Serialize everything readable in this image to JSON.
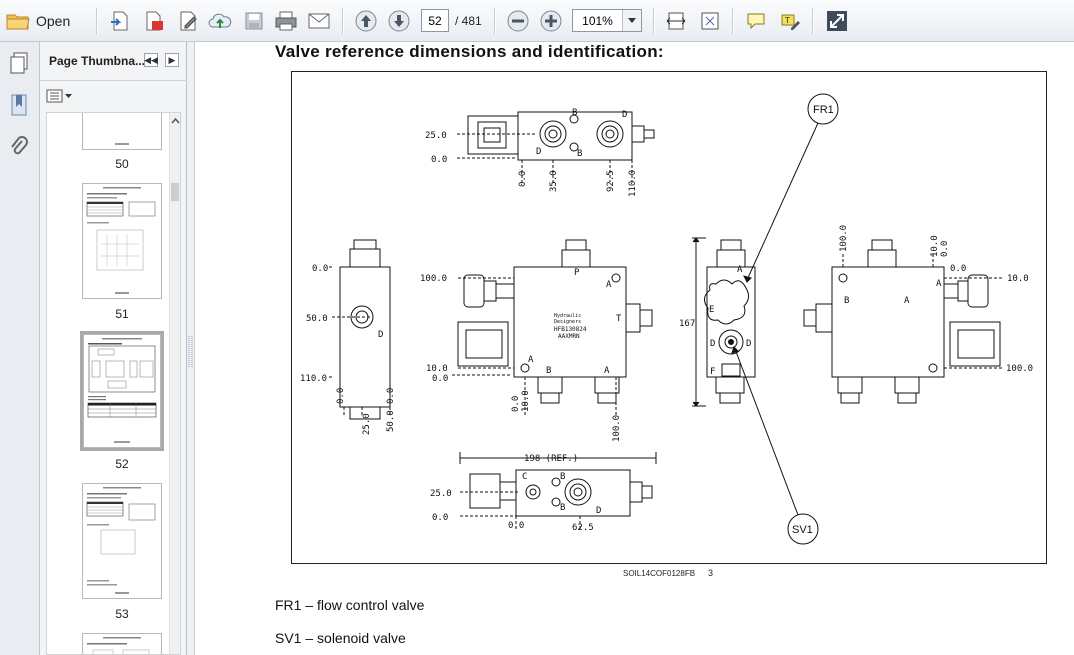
{
  "toolbar": {
    "open_label": "Open",
    "page_current": "52",
    "page_total": "/ 481",
    "zoom": "101%"
  },
  "panel": {
    "title": "Page Thumbna..."
  },
  "thumbnails": [
    {
      "label": "50"
    },
    {
      "label": "51"
    },
    {
      "label": "52"
    },
    {
      "label": "53"
    }
  ],
  "document": {
    "heading": "Valve reference dimensions and identification:",
    "figure_id": "SOIL14COF0128FB",
    "figure_number": "3",
    "callout_fr1": "FR1",
    "callout_sv1": "SV1",
    "legend_fr1": "FR1 – flow control valve",
    "legend_sv1": "SV1 – solenoid valve",
    "dims": {
      "top_25": "25.0",
      "top_0": "0.0",
      "top_x0": "0.0",
      "top_35": "35.0",
      "top_925": "92.5",
      "top_110": "110.0",
      "left_0": "0.0",
      "left_50": "50.0",
      "left_110": "110.0",
      "left_x0a": "0.0",
      "left_x0b": "0.0",
      "left_25": "25.0",
      "left_50b": "50.0",
      "mid_100": "100.0",
      "mid_10": "10.0",
      "mid_0": "0.0",
      "mid_x0": "0.0",
      "mid_x10": "10.0",
      "mid_x100": "100.0",
      "side_167": "167",
      "right_100": "100.0",
      "right_10v": "10.0",
      "right_0v": "0.0",
      "right_0h": "0.0",
      "right_10h": "10.0",
      "right_100h": "100.0",
      "bot_198": "198 (REF.)",
      "bot_25": "25.0",
      "bot_0": "0.0",
      "bot_x0": "0.0",
      "bot_625": "62.5"
    },
    "port_letters": {
      "b": "B",
      "d": "D",
      "a": "A",
      "p": "P",
      "t": "T",
      "e": "E",
      "f": "F",
      "c": "C"
    },
    "nameplate": [
      "Hydraulic",
      "Designers",
      "HFB130824",
      "AAXMRN"
    ]
  }
}
